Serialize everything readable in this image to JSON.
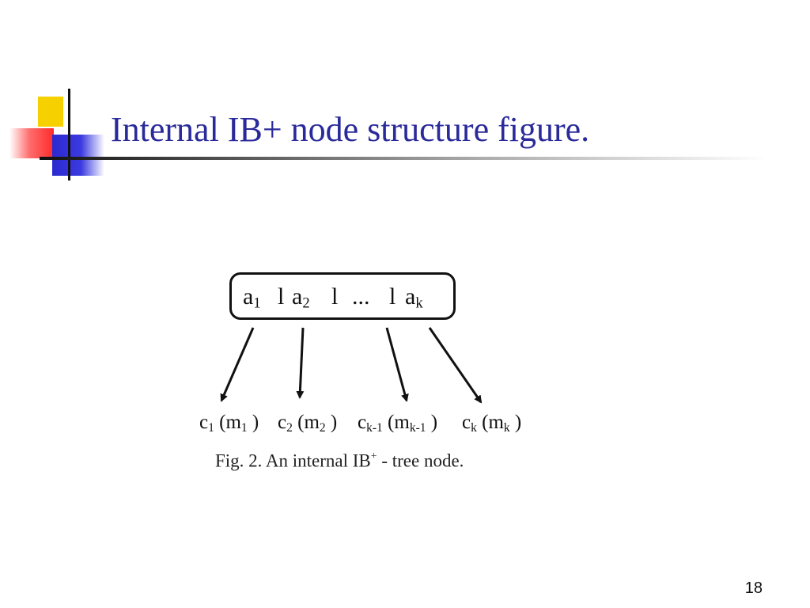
{
  "slide": {
    "title": "Internal IB+ node structure figure.",
    "page_number": "18"
  },
  "figure": {
    "node_keys": [
      {
        "base": "a",
        "sub": "1"
      },
      {
        "base": "a",
        "sub": "2"
      },
      {
        "base": "...",
        "sub": ""
      },
      {
        "base": "a",
        "sub": "k"
      }
    ],
    "separator": "l",
    "children": [
      {
        "c": "c",
        "c_sub": "1",
        "m": "m",
        "m_sub": "1"
      },
      {
        "c": "c",
        "c_sub": "2",
        "m": "m",
        "m_sub": "2"
      },
      {
        "c": "c",
        "c_sub": "k-1",
        "m": "m",
        "m_sub": "k-1"
      },
      {
        "c": "c",
        "c_sub": "k",
        "m": "m",
        "m_sub": "k"
      }
    ],
    "caption": {
      "prefix": "Fig. 2. An internal IB",
      "superscript": "+",
      "suffix": " - tree node."
    }
  }
}
